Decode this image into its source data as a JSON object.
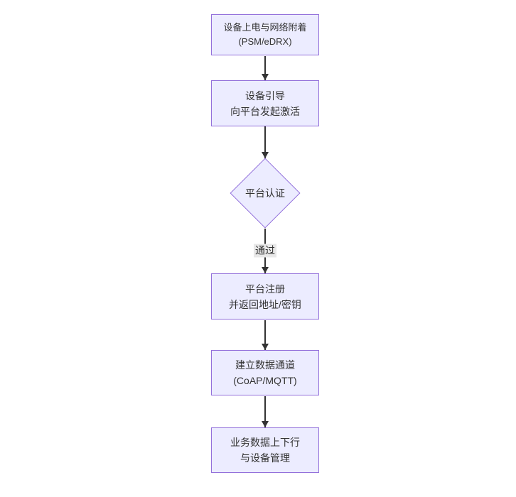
{
  "diagram": {
    "type": "flowchart",
    "direction": "top-down",
    "colors": {
      "background": "#ffffff",
      "node_fill": "#ECECFF",
      "node_border": "#9370DB",
      "text": "#333333",
      "edge": "#333333",
      "edge_label_bg": "#e8e8e8"
    },
    "nodes": [
      {
        "id": "power-attach",
        "shape": "rect",
        "line1": "设备上电与网络附着",
        "line2": "(PSM/eDRX)"
      },
      {
        "id": "bootstrap",
        "shape": "rect",
        "line1": "设备引导",
        "line2": "向平台发起激活"
      },
      {
        "id": "platform-auth",
        "shape": "diamond",
        "line1": "平台认证",
        "line2": ""
      },
      {
        "id": "platform-register",
        "shape": "rect",
        "line1": "平台注册",
        "line2": "并返回地址/密钥"
      },
      {
        "id": "data-channel",
        "shape": "rect",
        "line1": "建立数据通道",
        "line2": "(CoAP/MQTT)"
      },
      {
        "id": "business-data",
        "shape": "rect",
        "line1": "业务数据上下行",
        "line2": "与设备管理"
      }
    ],
    "edges": [
      {
        "from": "power-attach",
        "to": "bootstrap",
        "label": ""
      },
      {
        "from": "bootstrap",
        "to": "platform-auth",
        "label": ""
      },
      {
        "from": "platform-auth",
        "to": "platform-register",
        "label": "通过"
      },
      {
        "from": "platform-register",
        "to": "data-channel",
        "label": ""
      },
      {
        "from": "data-channel",
        "to": "business-data",
        "label": ""
      }
    ]
  }
}
